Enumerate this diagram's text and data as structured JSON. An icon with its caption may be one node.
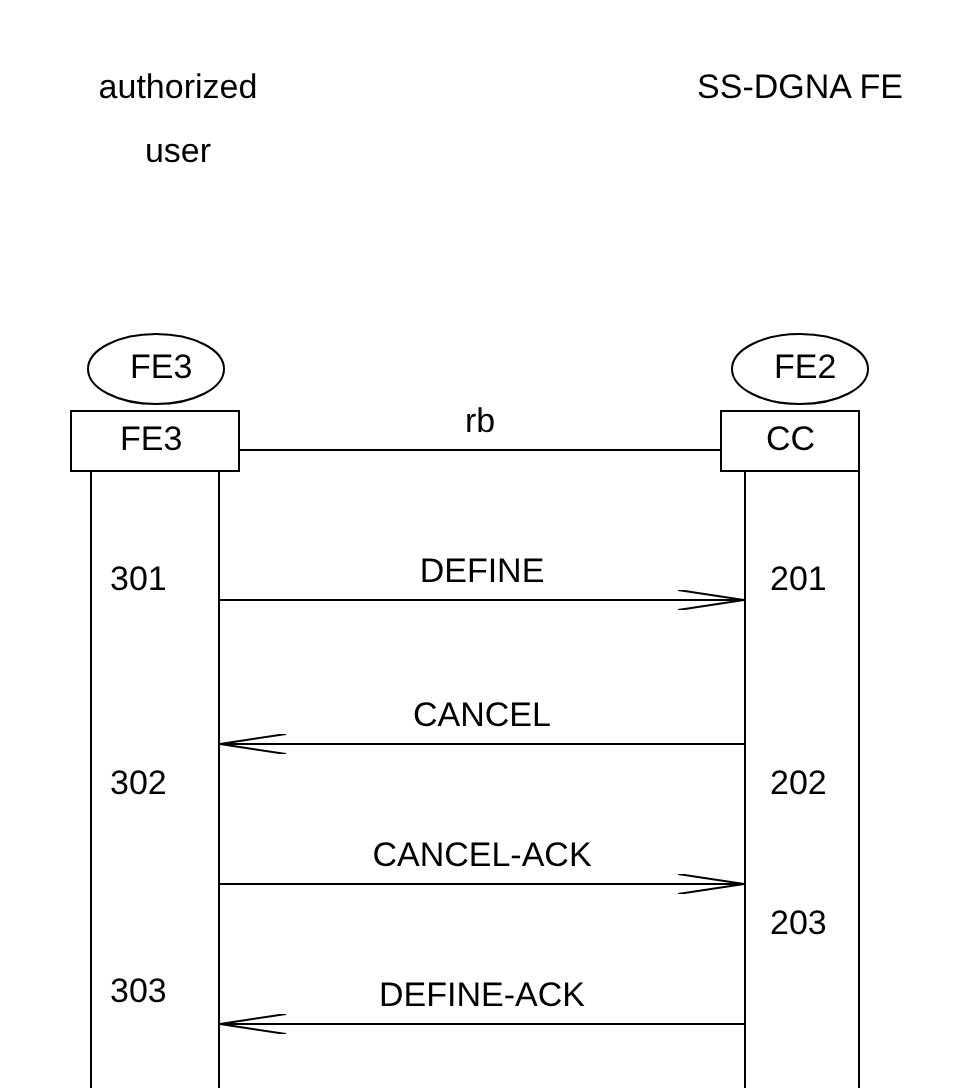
{
  "diagram": {
    "nodes": [
      {
        "text": [
          "FE3"
        ]
      },
      {
        "text": [
          "FE3"
        ]
      },
      {
        "text": [
          "FE2"
        ]
      },
      {
        "text": [
          "CC"
        ]
      },
      {
        "text": [
          "301",
          "302",
          "303"
        ]
      },
      {
        "text": [
          "201",
          "202",
          "203"
        ]
      }
    ],
    "edges": [
      {
        "from": 1,
        "to": 3,
        "arrow": "none",
        "label": "rb"
      },
      {
        "from": 4,
        "to": 5,
        "arrow": "to",
        "label": "DEFINE"
      },
      {
        "from": 5,
        "to": 4,
        "arrow": "to",
        "label": "CANCEL"
      },
      {
        "from": 4,
        "to": 5,
        "arrow": "to",
        "label": "CANCEL-ACK"
      },
      {
        "from": 5,
        "to": 4,
        "arrow": "to",
        "label": "DEFINE-ACK"
      }
    ],
    "labels": [
      "authorized user",
      "SS-DGNA FE"
    ]
  }
}
